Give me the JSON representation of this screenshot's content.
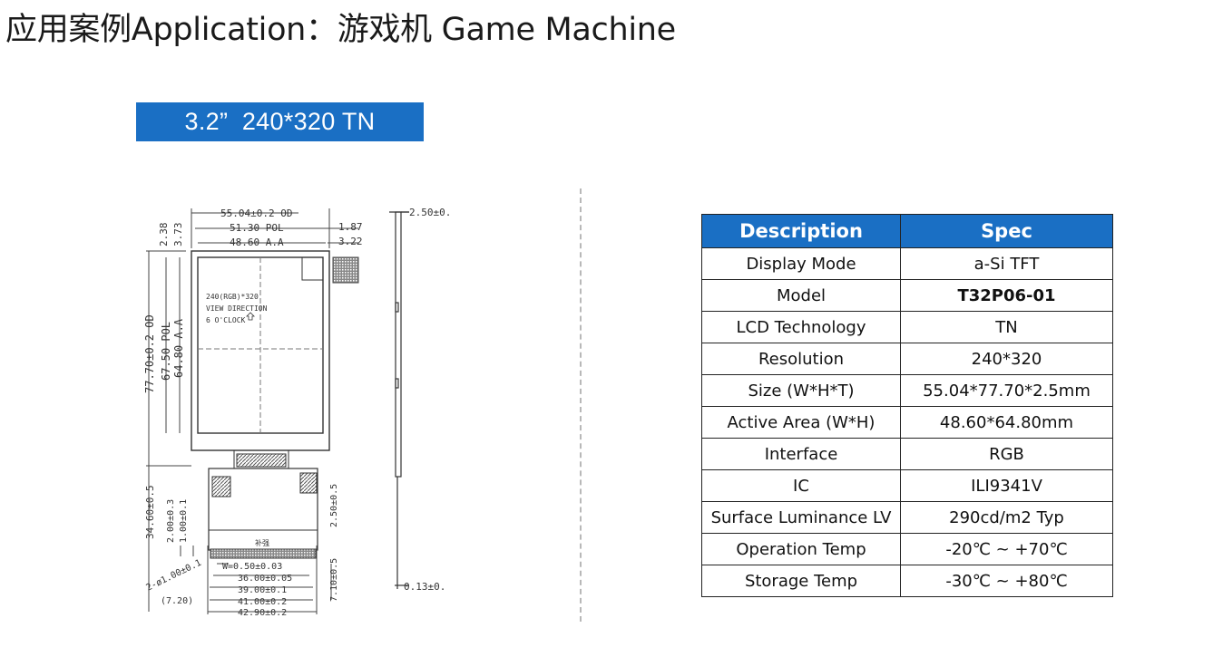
{
  "page": {
    "title": "应用案例Application：游戏机 Game Machine",
    "badge": "3.2”  240*320 TN"
  },
  "drawing": {
    "dims": {
      "outline_w": "55.04±0.2 OD",
      "pol_w": "51.30 POL",
      "aa_w": "48.60 A.A",
      "right_1": "1.87",
      "right_2": "3.22",
      "thickness": "2.50±0.",
      "left_top_1": "2.38",
      "left_top_2": "3.73",
      "outline_h": "77.70±0.2 OD",
      "pol_h": "67.50 POL",
      "aa_h": "64.80 A.A",
      "fpc_len": "34.60±0.5",
      "fpc_2": "2.00±0.3",
      "fpc_1": "1.00±0.1",
      "fpc_right": "2.50±0.5",
      "fpc_bottom_right": "7.10±0.5",
      "hole": "2-ø1.00±0.1",
      "pitch": "W=0.50±0.03",
      "b36": "36.00±0.05",
      "b39": "39.00±0.1",
      "b41": "41.00±0.2",
      "b42": "42.90±0.2",
      "b720": "(7.20)",
      "side_bottom": "0.13±0.",
      "fpc_label": "补强"
    },
    "panel_text": [
      "240(RGB)*320",
      "VIEW DIRECTION",
      "6 O'CLOCK"
    ],
    "panel_icon": "arrow-up-icon"
  },
  "spec_table": {
    "headers": [
      "Description",
      "Spec"
    ],
    "rows": [
      {
        "desc": "Display Mode",
        "spec": "a-Si TFT",
        "bold": false
      },
      {
        "desc": "Model",
        "spec": "T32P06-01",
        "bold": true
      },
      {
        "desc": "LCD Technology",
        "spec": "TN",
        "bold": false
      },
      {
        "desc": "Resolution",
        "spec": "240*320",
        "bold": false
      },
      {
        "desc": "Size (W*H*T)",
        "spec": "55.04*77.70*2.5mm",
        "bold": false
      },
      {
        "desc": "Active Area (W*H)",
        "spec": "48.60*64.80mm",
        "bold": false
      },
      {
        "desc": "Interface",
        "spec": "RGB",
        "bold": false
      },
      {
        "desc": "IC",
        "spec": "ILI9341V",
        "bold": false
      },
      {
        "desc": "Surface Luminance LV",
        "spec": "290cd/m2 Typ",
        "bold": false
      },
      {
        "desc": "Operation Temp",
        "spec": "-20℃ ~ +70℃",
        "bold": false
      },
      {
        "desc": "Storage Temp",
        "spec": "-30℃ ~ +80℃",
        "bold": false
      }
    ]
  },
  "colors": {
    "accent": "#1a6fc4",
    "divider": "#b8b8b8"
  }
}
